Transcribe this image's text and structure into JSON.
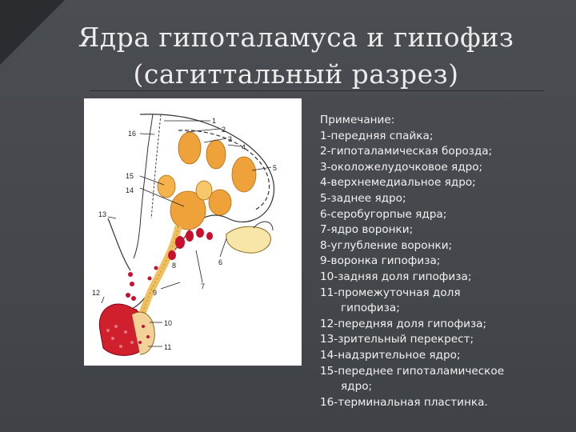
{
  "slide": {
    "title_line1": "Ядра гипоталамуса и гипофиз",
    "title_line2": "(сагиттальный разрез)"
  },
  "figure": {
    "labels": [
      "1",
      "2",
      "3",
      "4",
      "5",
      "6",
      "7",
      "8",
      "9",
      "10",
      "11",
      "12",
      "13",
      "14",
      "15",
      "16"
    ]
  },
  "notes": {
    "heading": "Примечание:",
    "items": [
      "1-передняя спайка;",
      "2-гипоталамическая борозда;",
      "3-околожелудочковое ядро;",
      "4-верхнемедиальное ядро;",
      "5-заднее ядро;",
      "6-серобугорпые ядра;",
      "7-ядро воронки;",
      "8-углубление воронки;",
      "9-воронка гипофиза;",
      "10-задняя доля гипофиза;",
      "11-промежуточная доля",
      "гипофиза;",
      "12-передняя доля гипофиза;",
      "13-зрительный перекрест;",
      "14-надзрительное ядро;",
      "15-переднее гипоталамическое",
      "ядро;",
      "16-терминальная пластинка."
    ]
  },
  "colors": {
    "background": "#46494d",
    "nucleus_orange": "#f0a23a",
    "nucleus_light": "#f7d38a",
    "red_cells": "#c8102e"
  }
}
